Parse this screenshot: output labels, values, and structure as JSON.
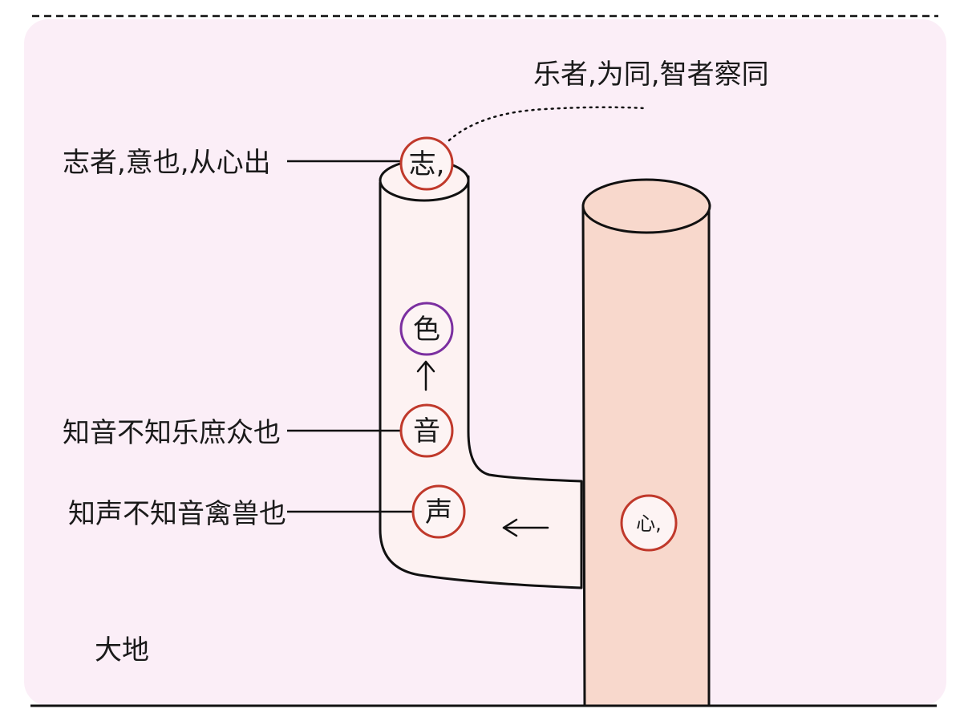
{
  "top_quote": "乐者,为同,智者察同",
  "labels": {
    "zhi": "志者,意也,从心出",
    "yin": "知音不知乐庶众也",
    "sheng": "知声不知音禽兽也",
    "earth": "大地"
  },
  "nodes": {
    "zhi": "志,",
    "se": "色",
    "yin": "音",
    "sheng": "声",
    "xin": "心,"
  },
  "colors": {
    "background_wash": "#fbeef7",
    "tube_fill": "#fdf2f2",
    "pillar_fill": "#f8d8cc",
    "outline": "#111111",
    "node_red": "#c0392b",
    "node_purple": "#7b2fa0"
  }
}
